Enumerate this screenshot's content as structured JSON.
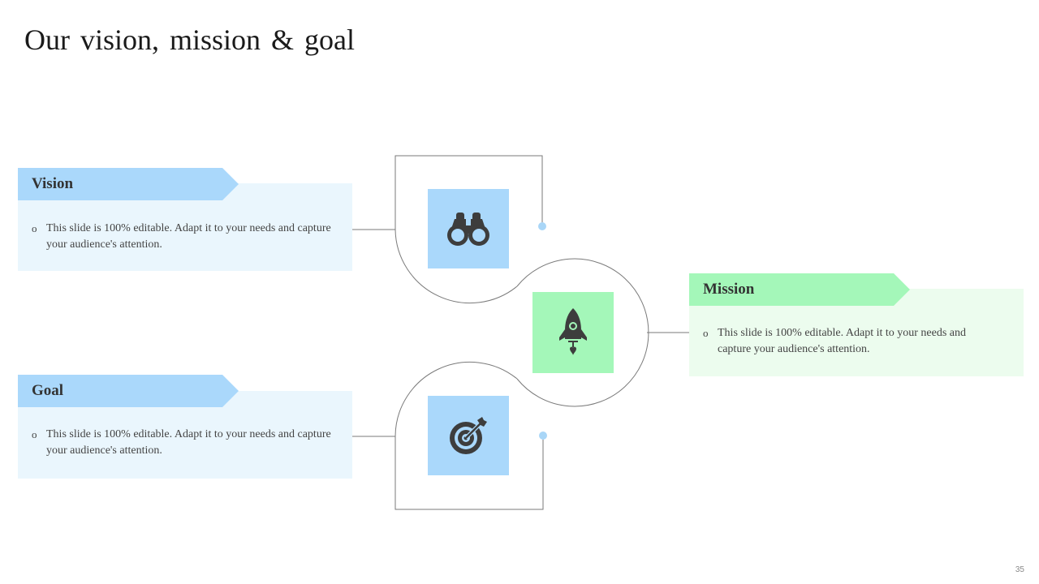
{
  "title": "Our vision,  mission  & goal",
  "cards": {
    "vision": {
      "heading": "Vision",
      "bullet": "o",
      "text": "This slide is 100% editable. Adapt it to your needs and capture your audience's attention."
    },
    "mission": {
      "heading": "Mission",
      "bullet": "o",
      "text": "This slide is 100% editable. Adapt it to your needs and capture your audience's attention."
    },
    "goal": {
      "heading": "Goal",
      "bullet": "o",
      "text": "This slide is 100% editable. Adapt it to your needs and capture your audience's attention."
    }
  },
  "icons": {
    "vision": "binoculars-icon",
    "mission": "rocket-icon",
    "goal": "target-icon"
  },
  "colors": {
    "blue_accent": "#aad8fb",
    "blue_light": "#eaf6fd",
    "green_accent": "#a4f7b9",
    "green_light": "#ecfcee",
    "icon_fill": "#3d3d3d",
    "connector": "#7a7a7a",
    "dot": "#a9d6f7"
  },
  "page_number": "35"
}
